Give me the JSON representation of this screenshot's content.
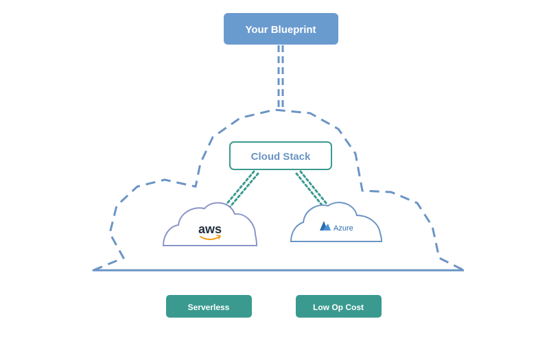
{
  "top_box": {
    "label": "Your Blueprint",
    "color": "#6a9bcf"
  },
  "stack_box": {
    "label": "Cloud Stack",
    "border_color": "#3a9a8f",
    "text_color": "#6a94c4"
  },
  "providers": [
    {
      "label": "aws",
      "icon": "aws-logo-icon",
      "smile_color": "#f39c12",
      "outline_color": "#8a94c8"
    },
    {
      "label": "Azure",
      "icon": "azure-logo-icon",
      "outline_color": "#6a94c4"
    }
  ],
  "tags": [
    {
      "label": "Serverless",
      "color": "#3a9a8f"
    },
    {
      "label": "Low Op Cost",
      "color": "#3a9a8f"
    }
  ],
  "colors": {
    "dash_line": "#6a94c4",
    "dotted_link": "#3a9a8f"
  }
}
